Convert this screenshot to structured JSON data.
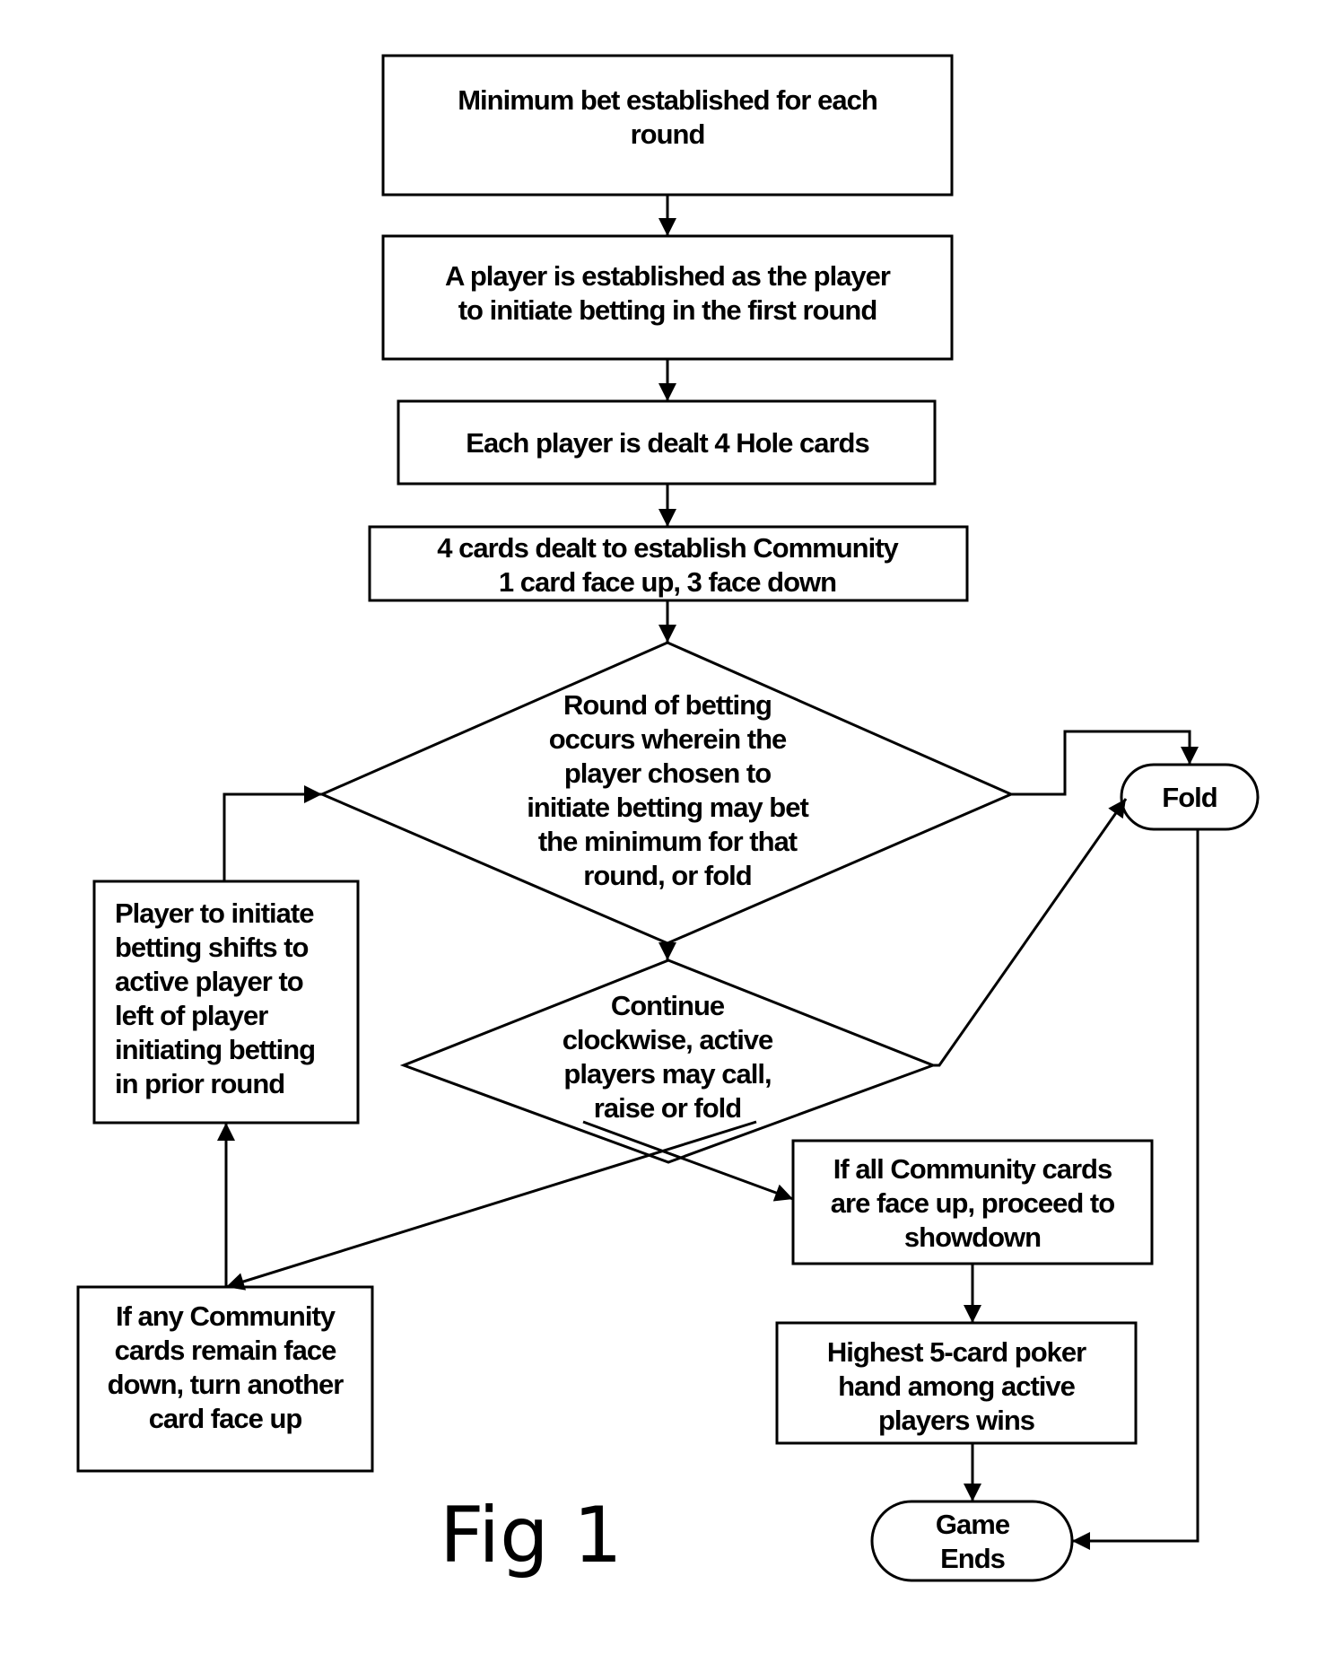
{
  "nodes": {
    "min_bet": [
      "Minimum bet established for each",
      "round"
    ],
    "initiator": [
      "A player is established as the player",
      "to initiate betting in the first round"
    ],
    "hole_cards": [
      "Each player is dealt 4 Hole cards"
    ],
    "community": [
      "4 cards dealt to establish Community",
      "1 card face up, 3 face down"
    ],
    "betting_round": [
      "Round of betting",
      "occurs wherein the",
      "player chosen to",
      "initiate betting may bet",
      "the minimum for that",
      "round, or fold"
    ],
    "continue": [
      "Continue",
      "clockwise, active",
      "players may call,",
      "raise or fold"
    ],
    "fold": [
      "Fold"
    ],
    "shift_initiator": [
      "Player to initiate",
      "betting shifts to",
      "active player to",
      "left of player",
      "initiating betting",
      "in prior round"
    ],
    "turn_card": [
      "If any Community",
      "cards remain face",
      "down, turn another",
      "card face up"
    ],
    "showdown": [
      "If all Community cards",
      "are face up, proceed to",
      "showdown"
    ],
    "winner": [
      "Highest 5-card poker",
      "hand among active",
      "players wins"
    ],
    "game_ends": [
      "Game",
      "Ends"
    ]
  },
  "figure_label": "Fig 1"
}
